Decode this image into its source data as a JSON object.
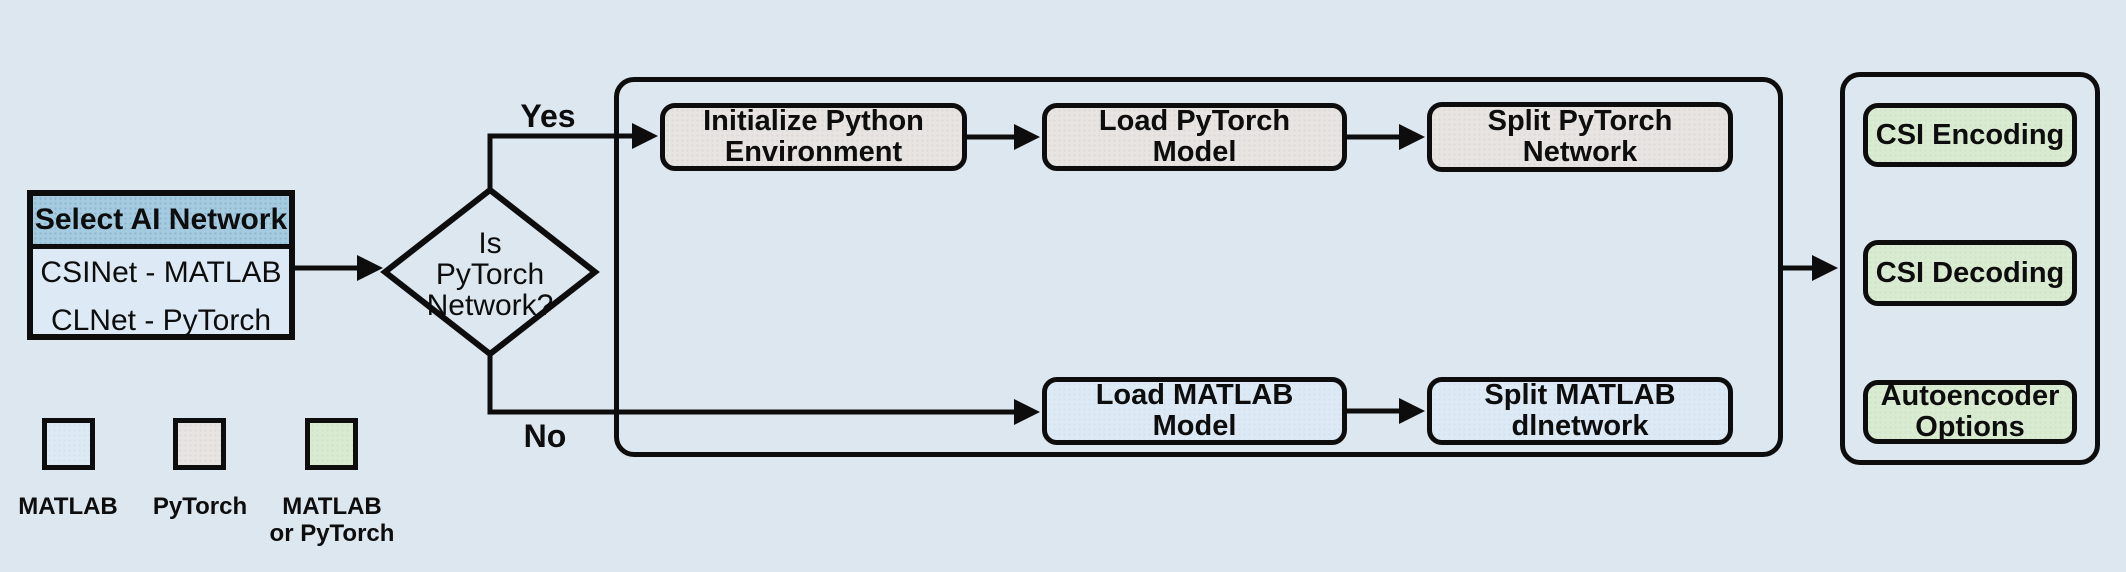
{
  "palette": {
    "background": "#dce7ef",
    "matlab_fill": "#ddeaf5",
    "pytorch_fill": "#e7e4e2",
    "matlab_or_pytorch_fill": "#d9ebd1",
    "select_header_fill": "#a5cbe1",
    "line_color": "#0d0d0d"
  },
  "flow": {
    "select": {
      "header": "Select AI Network",
      "option1": "CSINet - MATLAB",
      "option2": "CLNet - PyTorch"
    },
    "decision": {
      "line1": "Is",
      "line2": "PyTorch",
      "line3": "Network?"
    },
    "yes_label": "Yes",
    "no_label": "No",
    "steps": {
      "init_python": {
        "line1": "Initialize Python",
        "line2": "Environment"
      },
      "load_pytorch": {
        "line1": "Load PyTorch",
        "line2": "Model"
      },
      "split_pytorch": {
        "line1": "Split PyTorch",
        "line2": "Network"
      },
      "load_matlab": {
        "line1": "Load MATLAB",
        "line2": "Model"
      },
      "split_matlab": {
        "line1": "Split MATLAB",
        "line2": "dlnetwork"
      }
    },
    "outputs": {
      "encoding": "CSI Encoding",
      "decoding": "CSI Decoding",
      "autoencoder": {
        "line1": "Autoencoder",
        "line2": "Options"
      }
    }
  },
  "legend": {
    "items": [
      {
        "line1": "MATLAB",
        "line2": "",
        "color": "#ddeaf5"
      },
      {
        "line1": "PyTorch",
        "line2": "",
        "color": "#e7e4e2"
      },
      {
        "line1": "MATLAB",
        "line2": "or PyTorch",
        "color": "#d9ebd1"
      }
    ]
  }
}
